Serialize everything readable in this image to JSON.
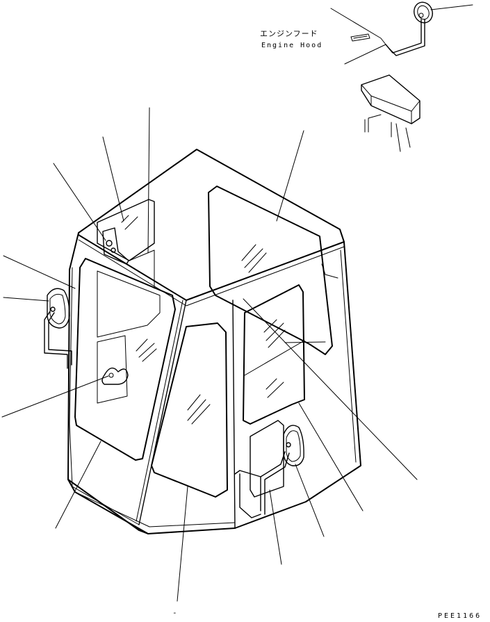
{
  "labels": {
    "engine_hood_jp": "エンジンフード",
    "engine_hood_en": "Engine Hood",
    "figure_code": "PEE1166",
    "dash_mark": "-"
  }
}
